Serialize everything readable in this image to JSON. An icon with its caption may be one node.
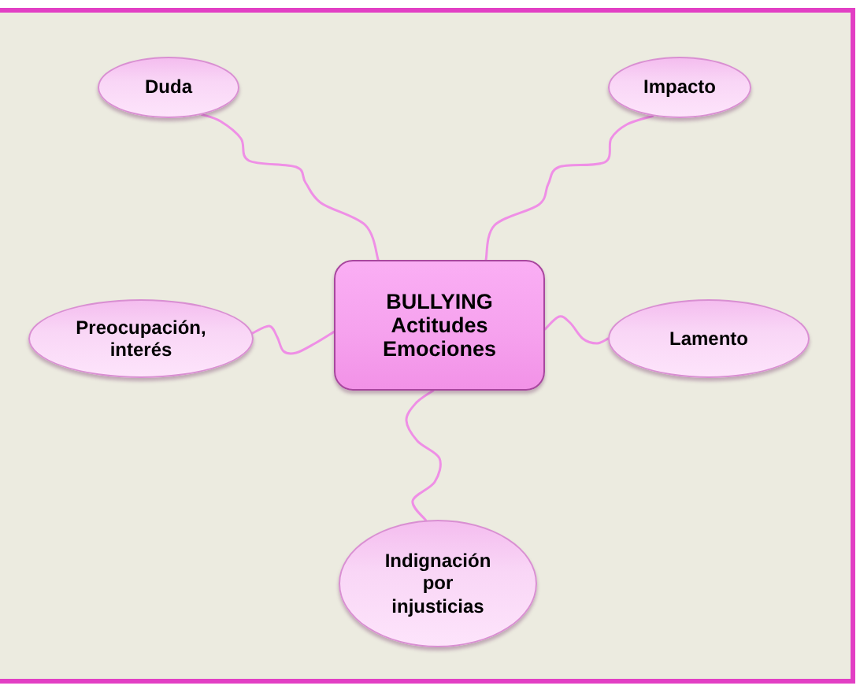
{
  "diagram": {
    "nodes": [
      {
        "text": [
          "Duda"
        ]
      },
      {
        "text": [
          "Impacto"
        ]
      },
      {
        "text": [
          "Preocupación, interés"
        ]
      },
      {
        "text": [
          "BULLYING Actitudes Emociones"
        ]
      },
      {
        "text": [
          "Lamento"
        ]
      },
      {
        "text": [
          "Indignación por injusticias"
        ]
      }
    ],
    "edges": [
      {
        "from": 3,
        "to": 0,
        "arrow": "none"
      },
      {
        "from": 3,
        "to": 1,
        "arrow": "none"
      },
      {
        "from": 3,
        "to": 2,
        "arrow": "none"
      },
      {
        "from": 3,
        "to": 4,
        "arrow": "none"
      },
      {
        "from": 3,
        "to": 5,
        "arrow": "none"
      }
    ]
  }
}
